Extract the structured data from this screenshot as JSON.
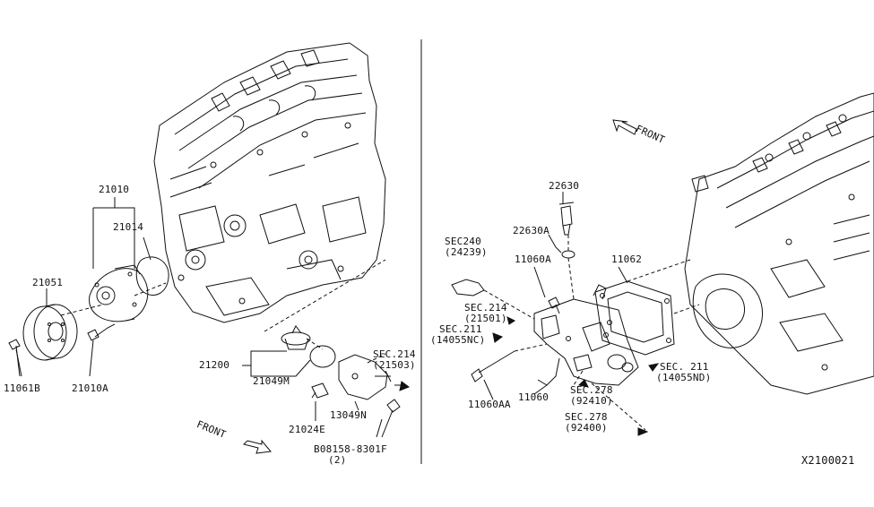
{
  "diagram_id": "X2100021",
  "left": {
    "labels": {
      "p21010": "21010",
      "p21014": "21014",
      "p21051": "21051",
      "p11061B": "11061B",
      "p21010A": "21010A",
      "p21200": "21200",
      "p21049M": "21049M",
      "p13049N": "13049N",
      "p21024E": "21024E",
      "sec214": "SEC.214",
      "sec214_sub": "(21503)",
      "bolt": "B08158-8301F",
      "bolt_qty": "(2)",
      "front": "FRONT"
    }
  },
  "right": {
    "labels": {
      "p22630": "22630",
      "p22630A": "22630A",
      "sec240": "SEC240",
      "sec240_sub": "(24239)",
      "p11060A": "11060A",
      "p11062": "11062",
      "sec214": "SEC.214",
      "sec214_sub": "(21501)",
      "sec211a": "SEC.211",
      "sec211a_sub": "(14055NC)",
      "p11060AA": "11060AA",
      "p11060": "11060",
      "sec278a": "SEC.278",
      "sec278a_sub": "(92410)",
      "sec278b": "SEC.278",
      "sec278b_sub": "(92400)",
      "sec211b": "SEC. 211",
      "sec211b_sub": "(14055ND)",
      "front": "FRONT"
    }
  }
}
